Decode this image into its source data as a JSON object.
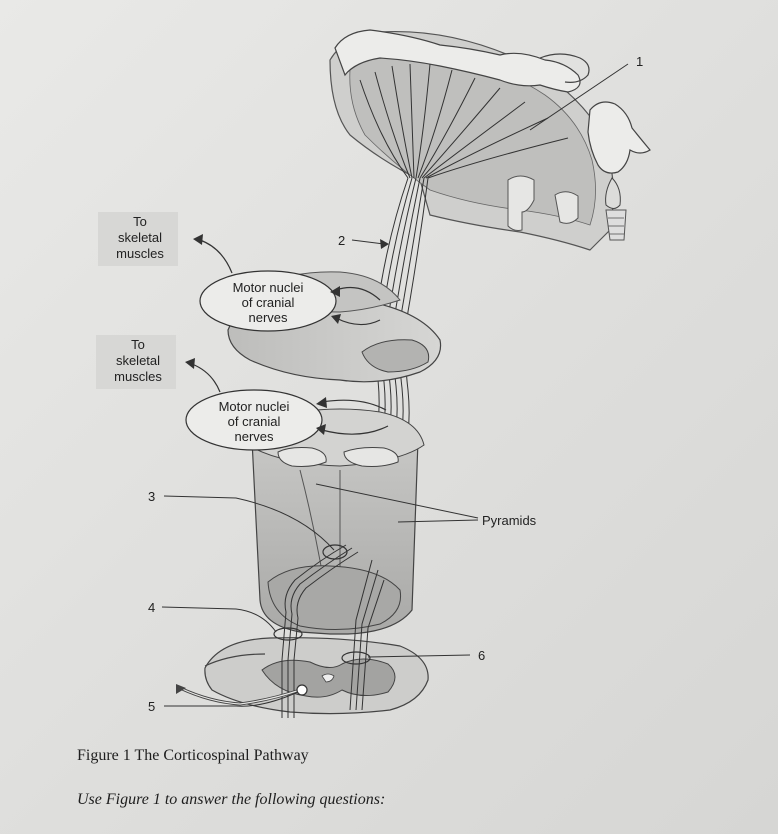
{
  "labels": {
    "to_skeletal_1": [
      "To",
      "skeletal",
      "muscles"
    ],
    "to_skeletal_2": [
      "To",
      "skeletal",
      "muscles"
    ],
    "motor_nuclei_1": [
      "Motor nuclei",
      "of cranial",
      "nerves"
    ],
    "motor_nuclei_2": [
      "Motor nuclei",
      "of cranial",
      "nerves"
    ],
    "pyramids": "Pyramids",
    "n1": "1",
    "n2": "2",
    "n3": "3",
    "n4": "4",
    "n5": "5",
    "n6": "6"
  },
  "caption": "Figure 1 The Corticospinal Pathway",
  "instruction": "Use Figure 1 to answer the following questions:"
}
